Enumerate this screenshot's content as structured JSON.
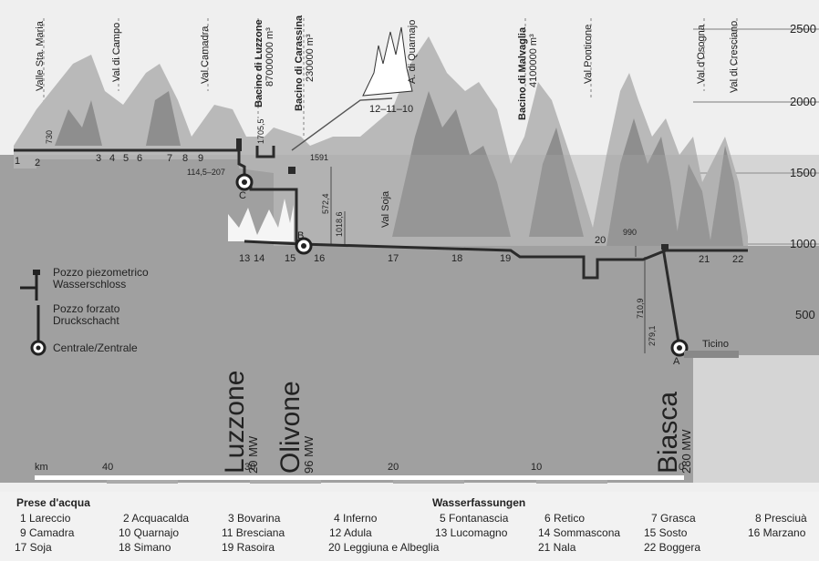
{
  "elevation_ticks": [
    "2500",
    "2000",
    "1500",
    "1000",
    "500"
  ],
  "valleys": [
    "Valle Sta. Maria",
    "Val di Campo",
    "Val Camadra",
    "Val d'Osogna",
    "Val di Cresciano",
    "Val Pontirone",
    "A. di Quarnajo",
    "Val Soja"
  ],
  "reservoirs": {
    "luzzone": {
      "name": "Bacino di Luzzone",
      "volume": "87000000 m³"
    },
    "carassina": {
      "name": "Bacino di Carassina",
      "volume": "230000 m³"
    },
    "malvaglia": {
      "name": "Bacino di Malvaglia",
      "volume": "4100000 m³"
    }
  },
  "dims": {
    "d730": "730",
    "d1705": "1705,5",
    "d1145": "114,5–207",
    "d1591": "1591",
    "d5724": "572,4",
    "d10186": "1018,6",
    "d990": "990",
    "d7109": "710,9",
    "d2791": "279,1"
  },
  "intake_numbers_top": [
    "1",
    "2",
    "3",
    "4",
    "5",
    "6",
    "7",
    "8",
    "9"
  ],
  "quarnajo_numbers": "12–11–10",
  "intake_numbers_bottom": [
    "13",
    "14",
    "15",
    "16",
    "17",
    "18",
    "19",
    "20",
    "21",
    "22"
  ],
  "station_letters": {
    "a": "A",
    "b": "B",
    "c": "C"
  },
  "plants": {
    "luzzone": {
      "name": "Luzzone",
      "power": "20 MW"
    },
    "olivone": {
      "name": "Olivone",
      "power": "96 MW"
    },
    "biasca": {
      "name": "Biasca",
      "power": "280 MW"
    }
  },
  "river": "Ticino",
  "legend_symbols": {
    "surge": "Pozzo piezometrico\nWasserschloss",
    "penstock": "Pozzo forzato\nDruckschacht",
    "plant": "Centrale/Zentrale"
  },
  "scale": {
    "unit": "km",
    "ticks": [
      "40",
      "30",
      "20",
      "10",
      "0"
    ]
  },
  "intakes": {
    "heading_it": "Prese d'acqua",
    "heading_de": "Wasserfassungen",
    "items": [
      "1 Lareccio",
      "2 Acquacalda",
      "3 Bovarina",
      "4 Inferno",
      "5 Fontanascia",
      "6 Retico",
      "7 Grasca",
      "8 Presciuà",
      "9 Camadra",
      "10 Quarnajo",
      "11 Bresciana",
      "12 Adula",
      "13 Lucomagno",
      "14 Sommascona",
      "15 Sosto",
      "16 Marzano",
      "17 Soja",
      "18 Simano",
      "19 Rasoira",
      "20 Leggiuna e Albeglia",
      "21 Nala",
      "22 Boggera"
    ]
  },
  "colors": {
    "terrain_light": "#b5b5b5",
    "terrain_dark": "#8a8a8a",
    "ground": "#9d9d9d",
    "background": "#efefef",
    "line": "#333333"
  }
}
